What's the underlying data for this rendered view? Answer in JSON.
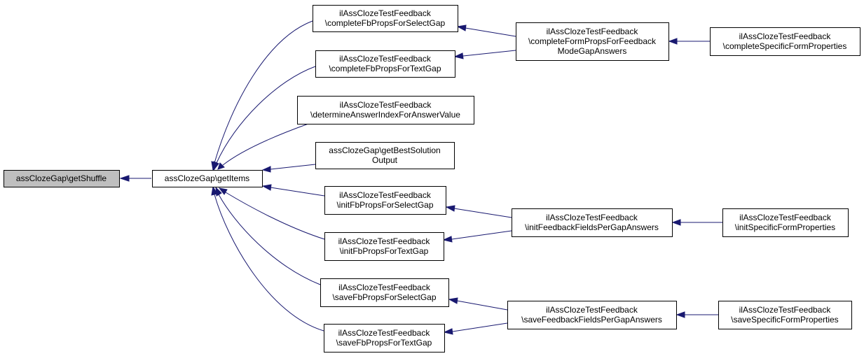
{
  "colors": {
    "edge": "#191970",
    "root_fill": "#bfbfbf",
    "node_fill": "#ffffff",
    "node_border": "#000000"
  },
  "nodes": {
    "getShuffle": [
      "assClozeGap\\getShuffle"
    ],
    "getItems": [
      "assClozeGap\\getItems"
    ],
    "completeFbPropsForSelectGap": [
      "ilAssClozeTestFeedback",
      "\\completeFbPropsForSelectGap"
    ],
    "completeFbPropsForTextGap": [
      "ilAssClozeTestFeedback",
      "\\completeFbPropsForTextGap"
    ],
    "determineAnswerIndexForAnswerValue": [
      "ilAssClozeTestFeedback",
      "\\determineAnswerIndexForAnswerValue"
    ],
    "getBestSolutionOutput": [
      "assClozeGap\\getBestSolution",
      "Output"
    ],
    "initFbPropsForSelectGap": [
      "ilAssClozeTestFeedback",
      "\\initFbPropsForSelectGap"
    ],
    "initFbPropsForTextGap": [
      "ilAssClozeTestFeedback",
      "\\initFbPropsForTextGap"
    ],
    "saveFbPropsForSelectGap": [
      "ilAssClozeTestFeedback",
      "\\saveFbPropsForSelectGap"
    ],
    "saveFbPropsForTextGap": [
      "ilAssClozeTestFeedback",
      "\\saveFbPropsForTextGap"
    ],
    "completeFormPropsForFeedbackModeGapAnswers": [
      "ilAssClozeTestFeedback",
      "\\completeFormPropsForFeedback",
      "ModeGapAnswers"
    ],
    "completeSpecificFormProperties": [
      "ilAssClozeTestFeedback",
      "\\completeSpecificFormProperties"
    ],
    "initFeedbackFieldsPerGapAnswers": [
      "ilAssClozeTestFeedback",
      "\\initFeedbackFieldsPerGapAnswers"
    ],
    "initSpecificFormProperties": [
      "ilAssClozeTestFeedback",
      "\\initSpecificFormProperties"
    ],
    "saveFeedbackFieldsPerGapAnswers": [
      "ilAssClozeTestFeedback",
      "\\saveFeedbackFieldsPerGapAnswers"
    ],
    "saveSpecificFormProperties": [
      "ilAssClozeTestFeedback",
      "\\saveSpecificFormProperties"
    ]
  },
  "edges": [
    [
      "getItems",
      "getShuffle"
    ],
    [
      "completeFbPropsForSelectGap",
      "getItems"
    ],
    [
      "completeFbPropsForTextGap",
      "getItems"
    ],
    [
      "determineAnswerIndexForAnswerValue",
      "getItems"
    ],
    [
      "getBestSolutionOutput",
      "getItems"
    ],
    [
      "initFbPropsForSelectGap",
      "getItems"
    ],
    [
      "initFbPropsForTextGap",
      "getItems"
    ],
    [
      "saveFbPropsForSelectGap",
      "getItems"
    ],
    [
      "saveFbPropsForTextGap",
      "getItems"
    ],
    [
      "completeFormPropsForFeedbackModeGapAnswers",
      "completeFbPropsForSelectGap"
    ],
    [
      "completeFormPropsForFeedbackModeGapAnswers",
      "completeFbPropsForTextGap"
    ],
    [
      "completeSpecificFormProperties",
      "completeFormPropsForFeedbackModeGapAnswers"
    ],
    [
      "initFeedbackFieldsPerGapAnswers",
      "initFbPropsForSelectGap"
    ],
    [
      "initFeedbackFieldsPerGapAnswers",
      "initFbPropsForTextGap"
    ],
    [
      "initSpecificFormProperties",
      "initFeedbackFieldsPerGapAnswers"
    ],
    [
      "saveFeedbackFieldsPerGapAnswers",
      "saveFbPropsForSelectGap"
    ],
    [
      "saveFeedbackFieldsPerGapAnswers",
      "saveFbPropsForTextGap"
    ],
    [
      "saveSpecificFormProperties",
      "saveFeedbackFieldsPerGapAnswers"
    ]
  ]
}
